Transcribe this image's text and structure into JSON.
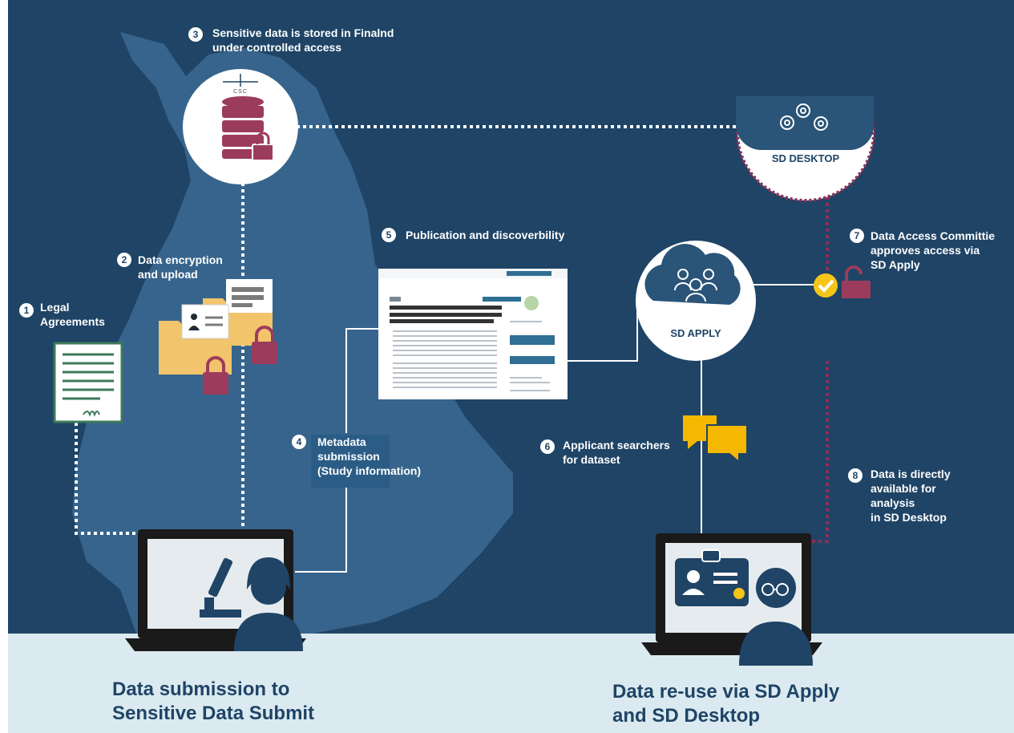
{
  "steps": [
    {
      "num": "1",
      "lines": [
        "Legal",
        "Agreements"
      ]
    },
    {
      "num": "2",
      "lines": [
        "Data encryption",
        "and upload"
      ]
    },
    {
      "num": "3",
      "lines": [
        "Sensitive data is stored in Finalnd",
        "under controlled access"
      ]
    },
    {
      "num": "4",
      "lines": [
        "Metadata",
        "submission",
        "(Study information)"
      ]
    },
    {
      "num": "5",
      "lines": [
        "Publication and discoverbility"
      ]
    },
    {
      "num": "6",
      "lines": [
        "Applicant searchers",
        "for dataset"
      ]
    },
    {
      "num": "7",
      "lines": [
        "Data Access Committie",
        "approves access via",
        "SD Apply"
      ]
    },
    {
      "num": "8",
      "lines": [
        "Data is directly",
        "available for",
        "analysis",
        "in SD Desktop"
      ]
    }
  ],
  "nodes": {
    "sd_desktop_label": "SD DESKTOP",
    "sd_apply_label": "SD APPLY",
    "storage_logo_text": "CSC"
  },
  "bottom": {
    "left_title": [
      "Data submission to",
      "Sensitive Data Submit"
    ],
    "right_title": [
      "Data re-use via SD Apply",
      "and SD Desktop"
    ]
  },
  "colors": {
    "navy_background": "#1f4466",
    "map_blue": "#3c6a93",
    "light_band": "#dbeaf0",
    "title_navy": "#1f4466",
    "lock_maroon": "#9c3c5d",
    "folder_yellow": "#f2c46b",
    "chat_yellow": "#f5b800",
    "check_yellow": "#f5c518",
    "dotted_maroon": "#8c2f55",
    "cloud_navy": "#2a5478"
  },
  "icons": [
    "database-icon",
    "lock-icon",
    "folder-icon",
    "document-icon",
    "cloud-icon",
    "gears-icon",
    "people-icon",
    "chat-bubbles-icon",
    "checkmark-icon",
    "laptop-icon",
    "microscope-icon",
    "researcher-icon",
    "id-card-icon",
    "glasses-person-icon",
    "web-page-icon"
  ]
}
